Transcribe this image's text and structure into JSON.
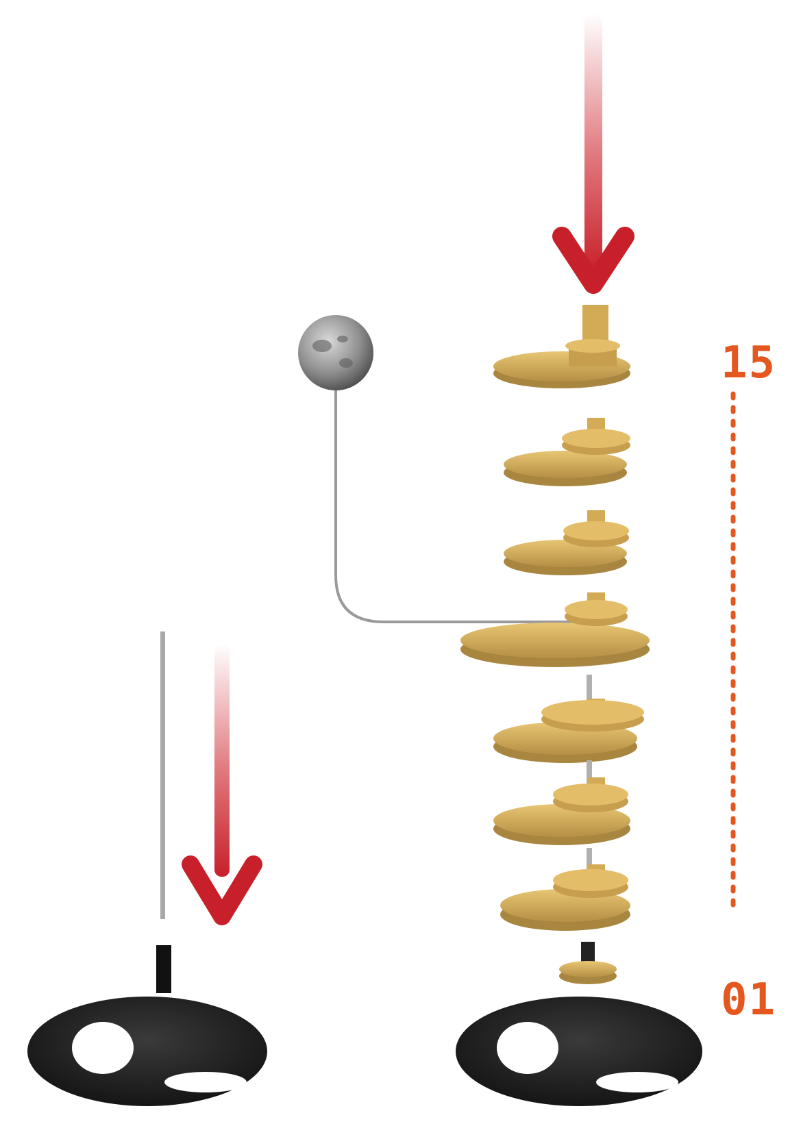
{
  "step_range": {
    "top_label": "15",
    "bottom_label": "01"
  },
  "colors": {
    "accent_orange": "#e4571f",
    "arrow_red": "#c8202a",
    "gear_gold": "#d9b15a",
    "gear_shadow": "#a88640",
    "base_black": "#1b1b1b",
    "rod_gray": "#a9a9a9",
    "moon_gray": "#8a8a8a"
  },
  "parts": {
    "moon_icon": "moon-ball",
    "gear_layers": 8,
    "bases": 2
  }
}
